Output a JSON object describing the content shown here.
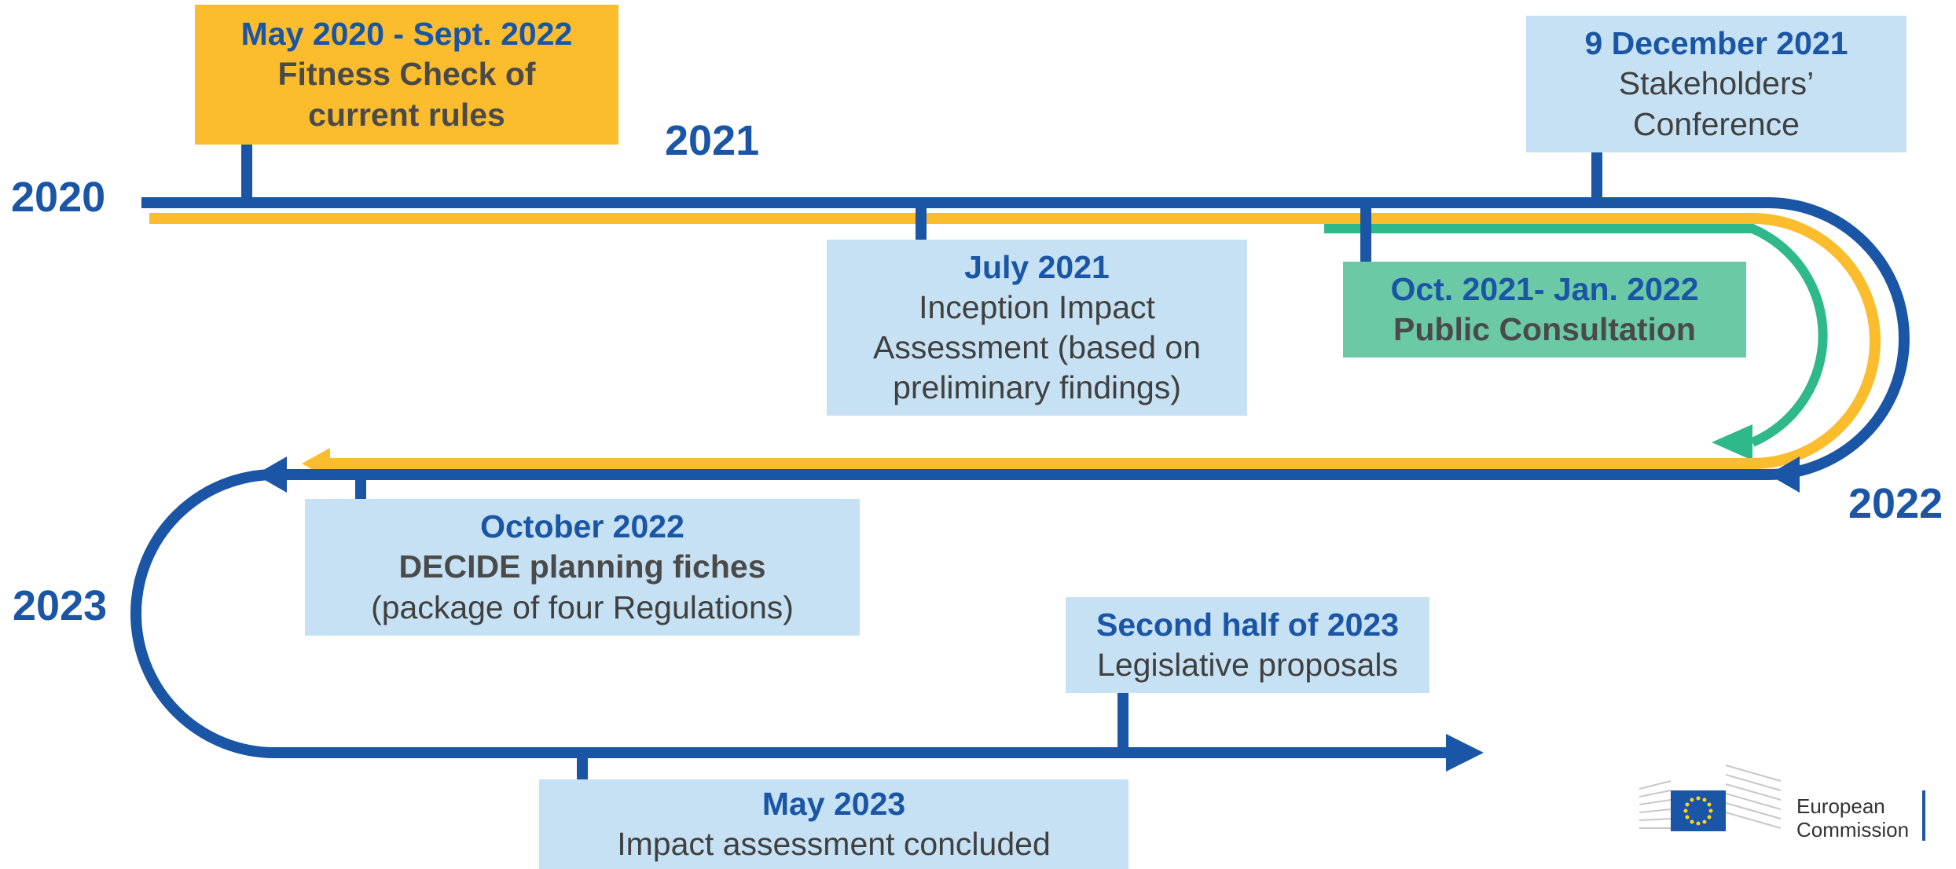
{
  "years": {
    "y2020": "2020",
    "y2021": "2021",
    "y2022": "2022",
    "y2023": "2023"
  },
  "milestones": {
    "fitness_check": {
      "date": "May 2020 - Sept. 2022",
      "line1": "Fitness Check of",
      "line2": "current rules"
    },
    "july_2021": {
      "date": "July 2021",
      "line1": "Inception Impact",
      "line2": "Assessment (based on",
      "line3": "preliminary findings)"
    },
    "conference": {
      "date": "9 December 2021",
      "line1": "Stakeholders’",
      "line2": "Conference"
    },
    "consultation": {
      "date": "Oct. 2021- Jan. 2022",
      "line1": "Public Consultation"
    },
    "october_2022": {
      "date": "October 2022",
      "line1": "DECIDE planning fiches",
      "line2": "(package of four Regulations)"
    },
    "second_half_2023": {
      "date": "Second half of 2023",
      "line1": "Legislative proposals"
    },
    "may_2023": {
      "date": "May 2023",
      "line1": "Impact assessment concluded"
    }
  },
  "colors": {
    "timeline_blue": "#1a55a6",
    "fitness_yellow": "#fbbd2e",
    "consultation_green": "#2fb98a",
    "box_lightblue": "#c6e1f3"
  },
  "logo": {
    "line1": "European",
    "line2": "Commission"
  }
}
